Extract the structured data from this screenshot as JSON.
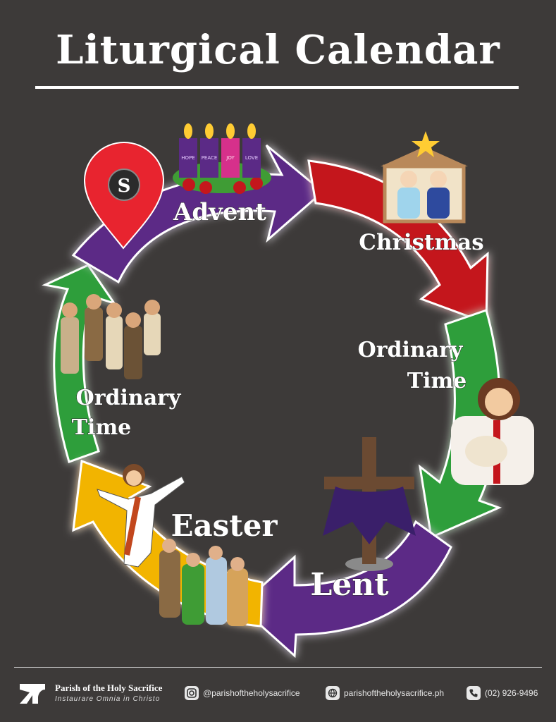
{
  "title": "Liturgical Calendar",
  "start_marker": "S",
  "seasons": {
    "advent": "Advent",
    "christmas": "Christmas",
    "ordinary_time_right_1": "Ordinary",
    "ordinary_time_right_2": "Time",
    "lent": "Lent",
    "easter": "Easter",
    "ordinary_time_left_1": "Ordinary",
    "ordinary_time_left_2": "Time"
  },
  "advent_candles": [
    "HOPE",
    "PEACE",
    "JOY",
    "LOVE"
  ],
  "colors": {
    "background": "#3d3a39",
    "advent": "#5b2a86",
    "christmas": "#c4161c",
    "ordinary": "#2e9e3a",
    "lent": "#5b2a86",
    "easter": "#f2b400",
    "marker": "#e8242f"
  },
  "footer": {
    "parish_name": "Parish of the Holy Sacrifice",
    "motto": "Instaurare Omnia in Christo",
    "instagram": "@parishoftheholysacrifice",
    "website": "parishoftheholysacrifice.ph",
    "phone": "(02) 926-9496"
  }
}
